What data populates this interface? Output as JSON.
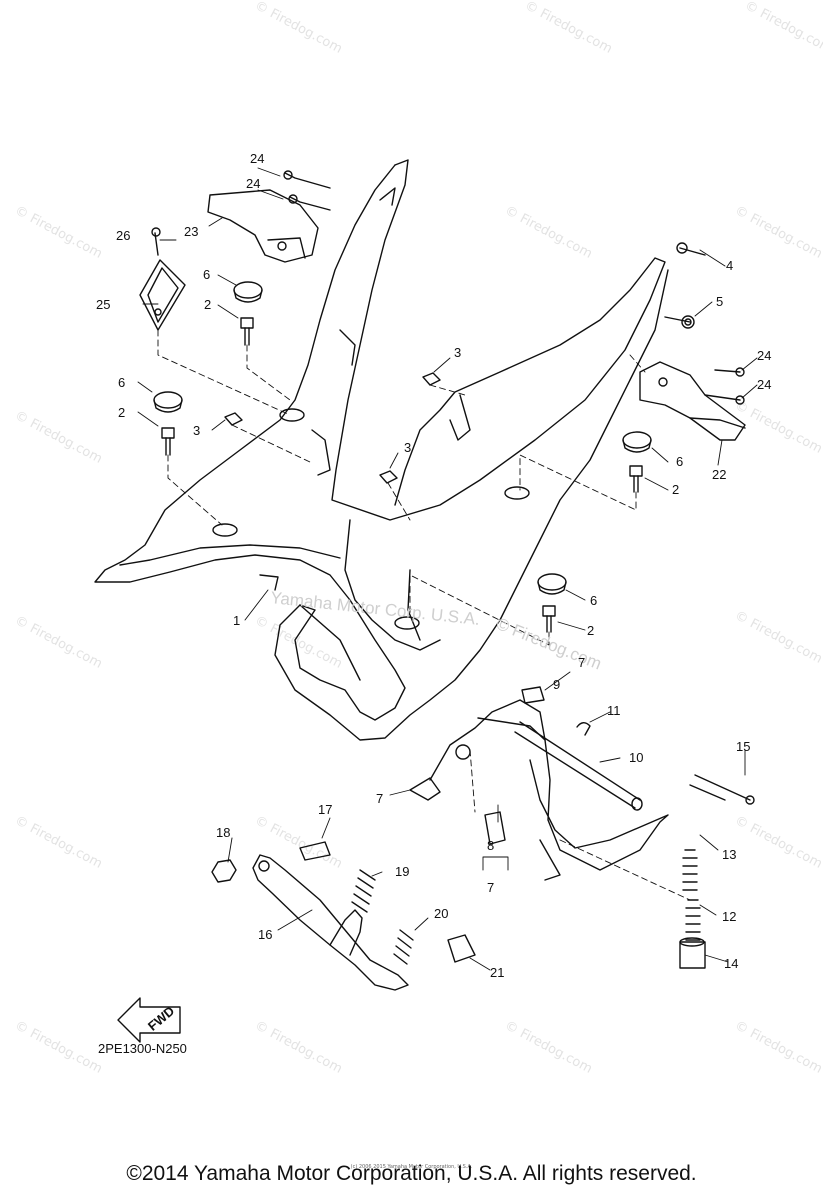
{
  "watermark": {
    "text": "© Firedog.com",
    "center_text": "Yamaha Motor Corp. U.S.A.",
    "firedog_text": "© Firedog.com"
  },
  "callouts": {
    "c1": "1",
    "c2a": "2",
    "c2b": "2",
    "c2c": "2",
    "c2d": "2",
    "c3a": "3",
    "c3b": "3",
    "c3c": "3",
    "c4": "4",
    "c5": "5",
    "c6a": "6",
    "c6b": "6",
    "c6c": "6",
    "c6d": "6",
    "c7a": "7",
    "c7b": "7",
    "c7c": "7",
    "c8": "8",
    "c9": "9",
    "c10": "10",
    "c11": "11",
    "c12": "12",
    "c13": "13",
    "c14": "14",
    "c15": "15",
    "c16": "16",
    "c17": "17",
    "c18": "18",
    "c19": "19",
    "c20": "20",
    "c21": "21",
    "c22": "22",
    "c23": "23",
    "c24a": "24",
    "c24b": "24",
    "c24c": "24",
    "c24d": "24",
    "c25": "25",
    "c26": "26"
  },
  "fwd_label": "FWD",
  "diagram_code": "2PE1300-N250",
  "footer": {
    "copyright": "©2014 Yamaha Motor Corporation, U.S.A. All rights reserved.",
    "fineprint": "(c) 2006 2015 Yamaha Motor Corporation, U.S.A."
  }
}
